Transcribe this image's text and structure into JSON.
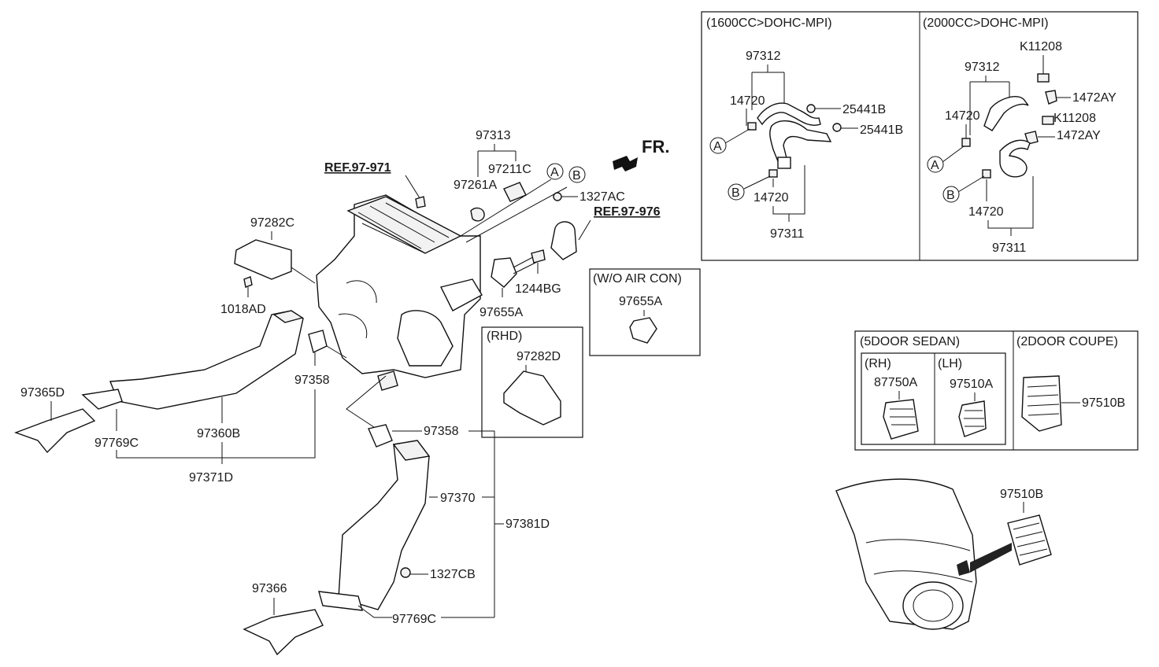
{
  "refs": {
    "ref_971": "REF.97-971",
    "ref_976": "REF.97-976"
  },
  "direction_label": "FR.",
  "labels": {
    "p97313": "97313",
    "p97211C": "97211C",
    "p97261A": "97261A",
    "pA": "A",
    "pB": "B",
    "p1327AC": "1327AC",
    "p97282C": "97282C",
    "p1018AD": "1018AD",
    "p1244BG": "1244BG",
    "p97655A": "97655A",
    "p97365D": "97365D",
    "p97358a": "97358",
    "p97360B": "97360B",
    "p97769Ca": "97769C",
    "p97371D": "97371D",
    "p97358b": "97358",
    "p97370": "97370",
    "p97381D": "97381D",
    "p1327CB": "1327CB",
    "p97366": "97366",
    "p97769Cb": "97769C"
  },
  "wo_aircon": {
    "header": "(W/O AIR CON)",
    "part": "97655A"
  },
  "rhd": {
    "header": "(RHD)",
    "part": "97282D"
  },
  "engine_1600": {
    "header": "(1600CC>DOHC-MPI)",
    "p97312": "97312",
    "p14720a": "14720",
    "p25441Ba": "25441B",
    "p25441Bb": "25441B",
    "pA": "A",
    "pB": "B",
    "p14720b": "14720",
    "p97311": "97311"
  },
  "engine_2000": {
    "header": "(2000CC>DOHC-MPI)",
    "pK11208a": "K11208",
    "p97312": "97312",
    "p1472AYa": "1472AY",
    "p14720a": "14720",
    "pK11208b": "K11208",
    "p1472AYb": "1472AY",
    "pA": "A",
    "pB": "B",
    "p14720b": "14720",
    "p97311": "97311"
  },
  "sedan": {
    "header": "(5DOOR SEDAN)",
    "rh": "(RH)",
    "lh": "(LH)",
    "rh_part": "87750A",
    "lh_part": "97510A"
  },
  "coupe": {
    "header": "(2DOOR COUPE)",
    "part": "97510B"
  },
  "car_vent": "97510B"
}
